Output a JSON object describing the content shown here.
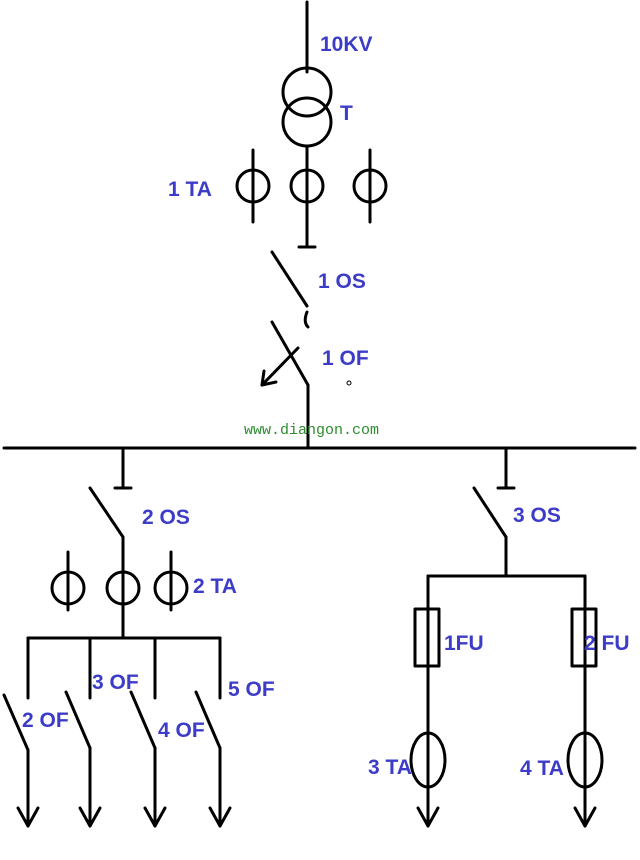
{
  "colors": {
    "label": "#3c3cc8",
    "watermark": "#2e8b2e",
    "line": "#000000"
  },
  "labels": {
    "voltage": "10KV",
    "transformer": "T",
    "ta1": "1 TA",
    "os1": "1 OS",
    "of1": "1 OF",
    "os2": "2 OS",
    "ta2": "2 TA",
    "os3": "3 OS",
    "fu1": "1FU",
    "fu2": "2 FU",
    "of2": "2 OF",
    "of3": "3 OF",
    "of4": "4 OF",
    "of5": "5 OF",
    "ta3": "3 TA",
    "ta4": "4 TA"
  },
  "watermark": "www.diangon.com"
}
